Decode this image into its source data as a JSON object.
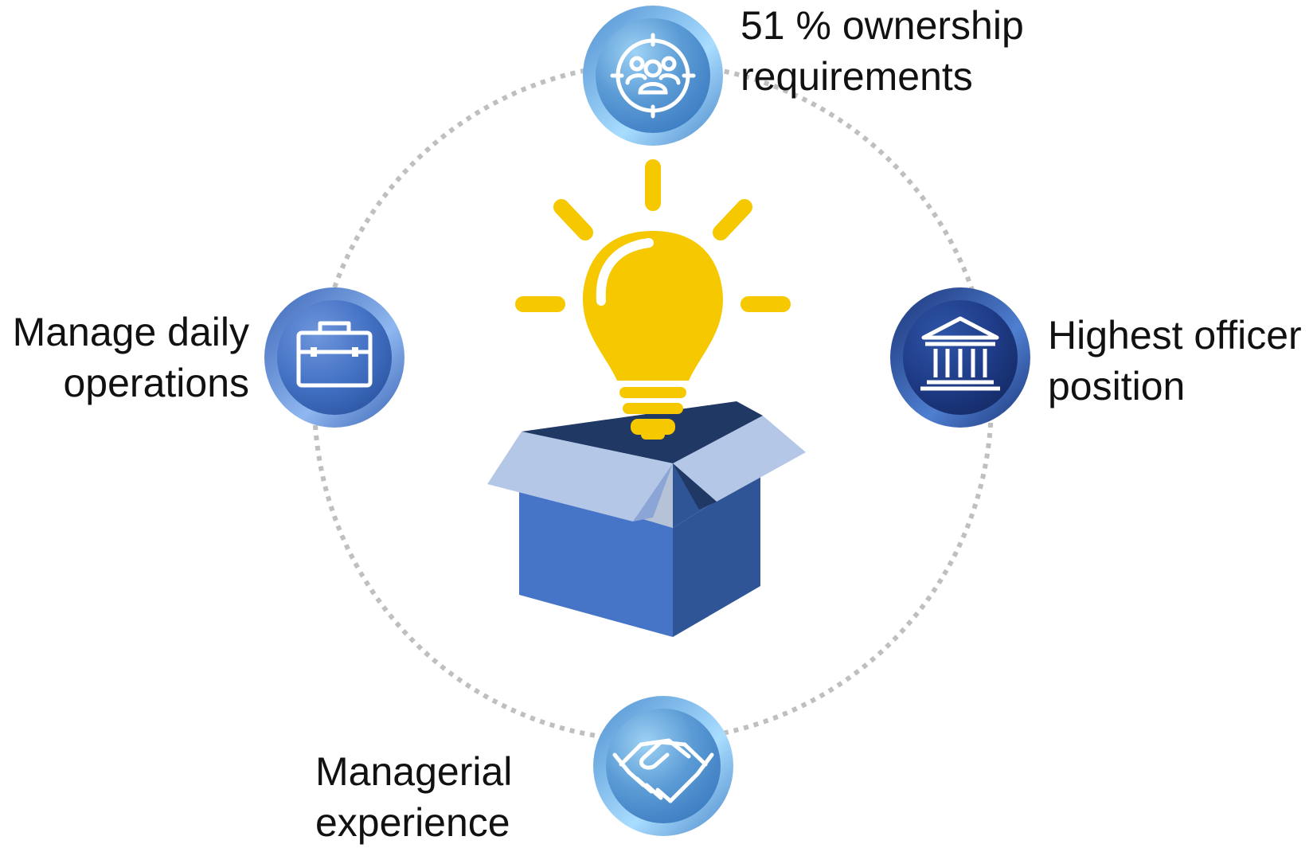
{
  "nodes": {
    "top": {
      "line1": "51 % ownership",
      "line2": "requirements",
      "icon": "people-target-icon"
    },
    "right": {
      "line1": "Highest officer",
      "line2": "position",
      "icon": "bank-building-icon"
    },
    "left": {
      "line1": "Manage daily",
      "line2": "operations",
      "icon": "briefcase-icon"
    },
    "bottom": {
      "line1": "Managerial",
      "line2": "experience",
      "icon": "handshake-icon"
    }
  },
  "center": {
    "icon": "lightbulb-in-box-icon"
  },
  "colors": {
    "bulb": "#F5C800",
    "box_front": "#4674C6",
    "box_side": "#2F5597",
    "box_flap_light": "#B4C7E7",
    "box_flap_dark": "#1F3864",
    "circle_light": "#5B9BD5",
    "circle_mid": "#4472C4",
    "circle_dark": "#1F3C88",
    "dotted_ring": "#BFBFBF",
    "text": "#111111"
  }
}
